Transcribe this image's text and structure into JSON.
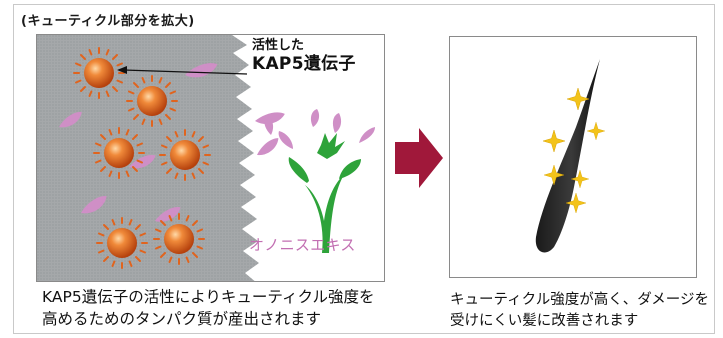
{
  "header": {
    "caption": "(キューティクル部分を拡大)"
  },
  "left_panel": {
    "callout_line1": "活性した",
    "callout_line2": "KAP5遺伝子",
    "plant_label": "オノニスエキス",
    "description": [
      "KAP5遺伝子の活性によりキューティクル強度を",
      "高めるためのタンパク質が産出されます"
    ]
  },
  "right_panel": {
    "description": [
      "キューティクル強度が高く、ダメージを",
      "受けにくい髪に改善されます"
    ]
  },
  "colors": {
    "hair_gray": "#a5a8aa",
    "gene_orange": "#e0641e",
    "petal_purple": "#cf8fc6",
    "leaf_green": "#2ea33a",
    "arrow_red": "#a0183a",
    "spark_yellow": "#f3c31a",
    "label_purple": "#c26fb2"
  }
}
